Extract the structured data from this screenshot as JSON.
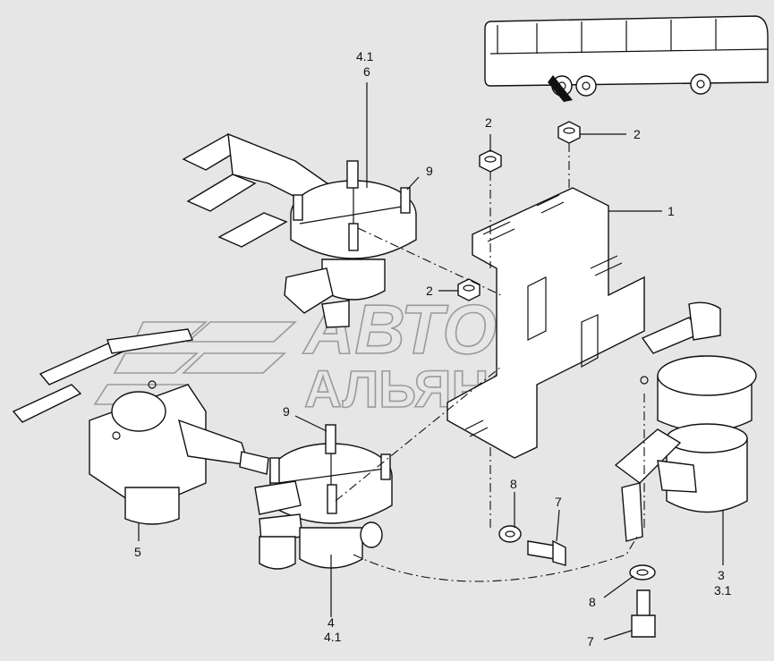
{
  "diagram": {
    "callouts": {
      "part_1": "1",
      "nut_top": "2",
      "nut_top_right": "2",
      "nut_mid": "2",
      "valve_upper_top": "4.1",
      "valve_upper_bottom": "6",
      "screw_upper": "9",
      "screw_lower": "9",
      "valve_left": "5",
      "valve_lower_top": "4",
      "valve_lower_bottom": "4.1",
      "washer_left": "8",
      "bolt_left": "7",
      "washer_right": "8",
      "bolt_right": "7",
      "dryer_top": "3",
      "dryer_bottom": "3.1"
    },
    "watermark": {
      "line1": "АВТО",
      "line2": "АЛЬЯНС"
    }
  }
}
